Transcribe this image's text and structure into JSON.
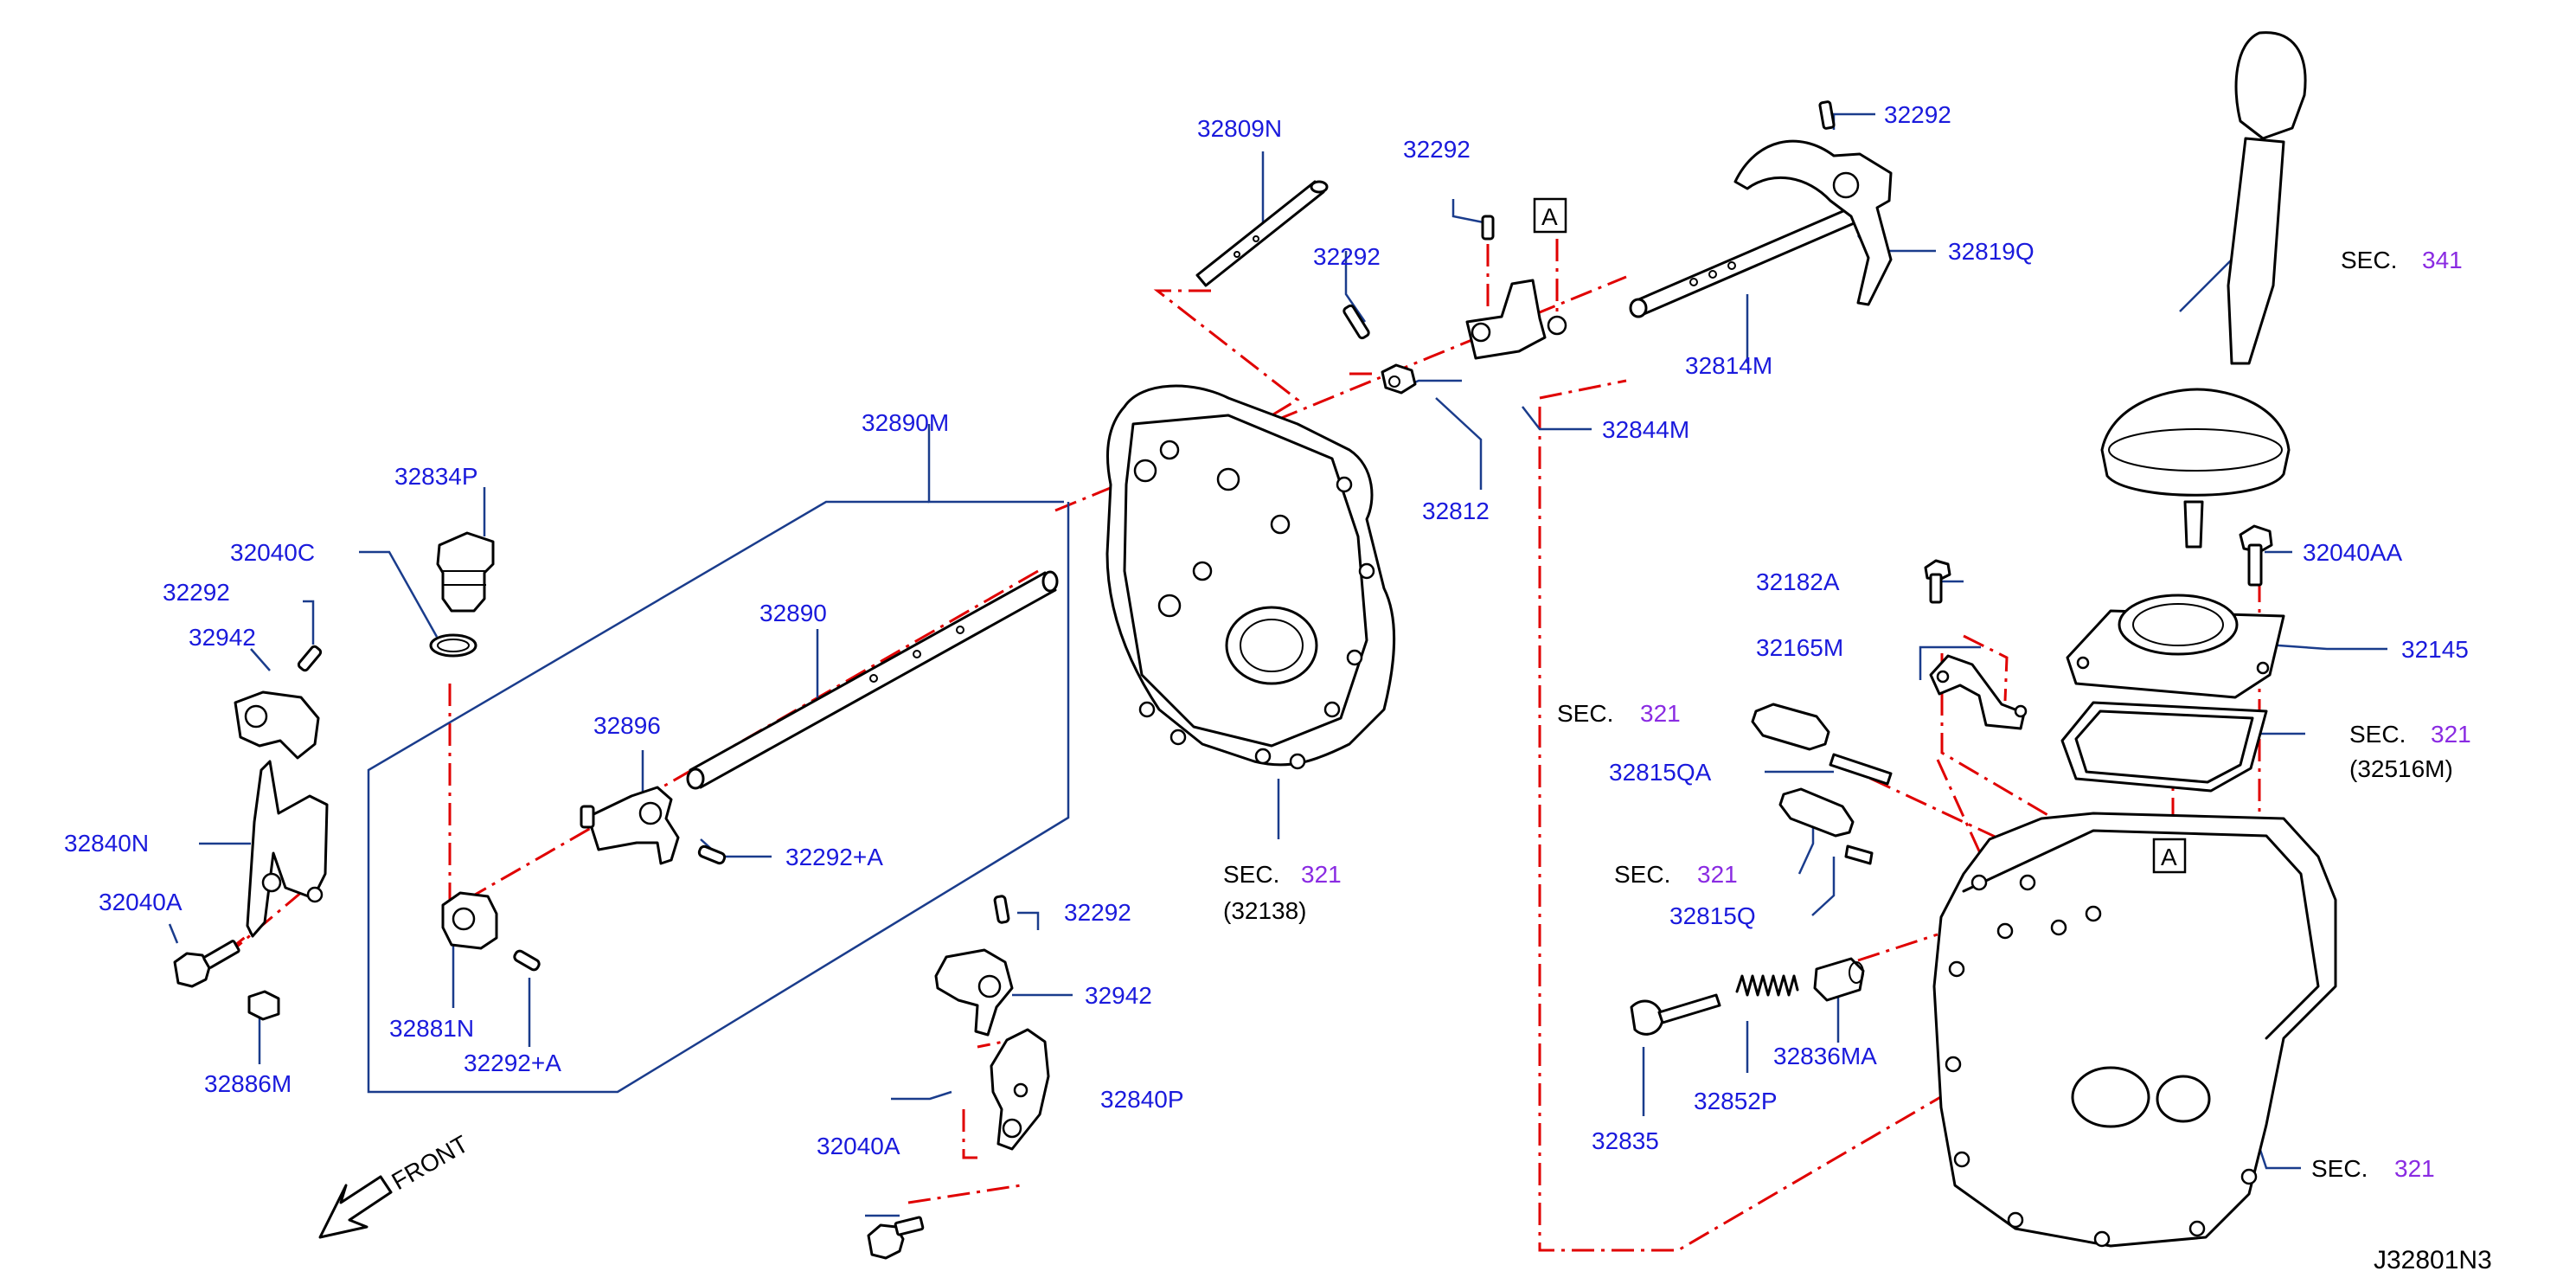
{
  "colors": {
    "part_label": "#1a1adc",
    "section_number": "#8a2be2",
    "leader": "#1a3c8c",
    "guide_dash": "#e00000",
    "ink": "#000000"
  },
  "labels": {
    "p32809N": "32809N",
    "p32292_a": "32292",
    "p32292_b": "32292",
    "p32292_c": "32292",
    "p32292_d": "32292",
    "p32292_e": "32292",
    "p32819Q": "32819Q",
    "p32814M": "32814M",
    "p32844M": "32844M",
    "p32812": "32812",
    "p32890M": "32890M",
    "p32890": "32890",
    "p32834P": "32834P",
    "p32040C": "32040C",
    "p32942_a": "32942",
    "p32942_b": "32942",
    "p32896": "32896",
    "p32292A_a": "32292+A",
    "p32292A_b": "32292+A",
    "p32840N": "32840N",
    "p32040A_a": "32040A",
    "p32040A_b": "32040A",
    "p32881N": "32881N",
    "p32886M": "32886M",
    "p32840P": "32840P",
    "p32182A": "32182A",
    "p32165M": "32165M",
    "p32040AA": "32040AA",
    "p32145": "32145",
    "p32815QA": "32815QA",
    "p32815Q": "32815Q",
    "p32836MA": "32836MA",
    "p32852P": "32852P",
    "p32835": "32835"
  },
  "sections": {
    "sec_word": "SEC.",
    "sec341": "341",
    "sec321_a": "321",
    "sec321_b": "321",
    "sec321_c": "321",
    "sec321_d": "321",
    "sec321_e": "321",
    "ref32138": "(32138)",
    "ref32516M": "(32516M)"
  },
  "markers": {
    "ref_a_top": "A",
    "ref_a_bottom": "A"
  },
  "front_label": "FRONT",
  "diagram_id": "J32801N3"
}
